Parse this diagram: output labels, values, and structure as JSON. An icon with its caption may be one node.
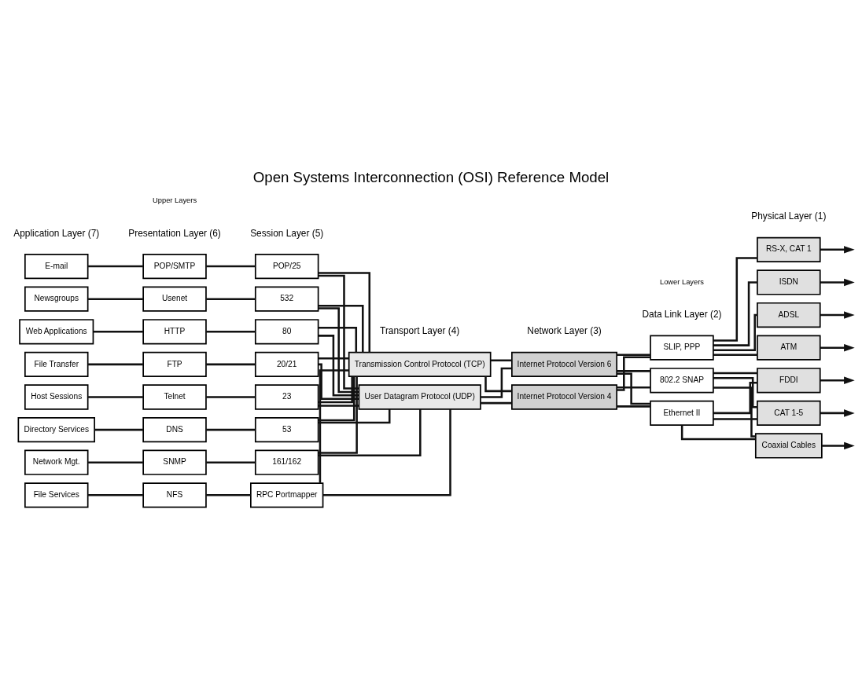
{
  "diagram": {
    "title": "Open Systems Interconnection (OSI) Reference Model",
    "nodes": [
      {
        "text": [
          "E-mail"
        ]
      },
      {
        "text": [
          "POP/SMTP"
        ]
      },
      {
        "text": [
          "POP/25"
        ]
      },
      {
        "text": [
          "Newsgroups"
        ]
      },
      {
        "text": [
          "Usenet"
        ]
      },
      {
        "text": [
          "532"
        ]
      },
      {
        "text": [
          "Web Applications"
        ]
      },
      {
        "text": [
          "HTTP"
        ]
      },
      {
        "text": [
          "80"
        ]
      },
      {
        "text": [
          "File Transfer"
        ]
      },
      {
        "text": [
          "FTP"
        ]
      },
      {
        "text": [
          "20/21"
        ]
      },
      {
        "text": [
          "Host Sessions"
        ]
      },
      {
        "text": [
          "Telnet"
        ]
      },
      {
        "text": [
          "23"
        ]
      },
      {
        "text": [
          "Directory Services"
        ]
      },
      {
        "text": [
          "DNS"
        ]
      },
      {
        "text": [
          "53"
        ]
      },
      {
        "text": [
          "Network Mgt."
        ]
      },
      {
        "text": [
          "SNMP"
        ]
      },
      {
        "text": [
          "161/162"
        ]
      },
      {
        "text": [
          "File Services"
        ]
      },
      {
        "text": [
          "NFS"
        ]
      },
      {
        "text": [
          "RPC Portmapper"
        ]
      },
      {
        "text": [
          "Transmission Control Protocol (TCP)"
        ]
      },
      {
        "text": [
          "User Datagram Protocol (UDP)"
        ]
      },
      {
        "text": [
          "Internet Protocol Version 6"
        ]
      },
      {
        "text": [
          "Internet Protocol Version 4"
        ]
      },
      {
        "text": [
          "SLIP, PPP"
        ]
      },
      {
        "text": [
          "802.2 SNAP"
        ]
      },
      {
        "text": [
          "Ethernet II"
        ]
      },
      {
        "text": [
          "RS-X, CAT 1"
        ]
      },
      {
        "text": [
          "ISDN"
        ]
      },
      {
        "text": [
          "ADSL"
        ]
      },
      {
        "text": [
          "ATM"
        ]
      },
      {
        "text": [
          "FDDI"
        ]
      },
      {
        "text": [
          "CAT 1-5"
        ]
      },
      {
        "text": [
          "Coaxial Cables"
        ]
      }
    ],
    "edges": [
      {
        "from": 0,
        "to": 1,
        "arrow": "none"
      },
      {
        "from": 1,
        "to": 2,
        "arrow": "none"
      },
      {
        "from": 3,
        "to": 4,
        "arrow": "none"
      },
      {
        "from": 4,
        "to": 5,
        "arrow": "none"
      },
      {
        "from": 6,
        "to": 7,
        "arrow": "none"
      },
      {
        "from": 7,
        "to": 8,
        "arrow": "none"
      },
      {
        "from": 9,
        "to": 10,
        "arrow": "none"
      },
      {
        "from": 10,
        "to": 11,
        "arrow": "none"
      },
      {
        "from": 12,
        "to": 13,
        "arrow": "none"
      },
      {
        "from": 13,
        "to": 14,
        "arrow": "none"
      },
      {
        "from": 15,
        "to": 16,
        "arrow": "none"
      },
      {
        "from": 16,
        "to": 17,
        "arrow": "none"
      },
      {
        "from": 18,
        "to": 19,
        "arrow": "none"
      },
      {
        "from": 19,
        "to": 20,
        "arrow": "none"
      },
      {
        "from": 21,
        "to": 22,
        "arrow": "none"
      },
      {
        "from": 22,
        "to": 23,
        "arrow": "none"
      },
      {
        "from": 2,
        "to": 24,
        "arrow": "none"
      },
      {
        "from": 5,
        "to": 24,
        "arrow": "none"
      },
      {
        "from": 8,
        "to": 24,
        "arrow": "none"
      },
      {
        "from": 11,
        "to": 24,
        "arrow": "none"
      },
      {
        "from": 14,
        "to": 24,
        "arrow": "none"
      },
      {
        "from": 17,
        "to": 24,
        "arrow": "none"
      },
      {
        "from": 20,
        "to": 24,
        "arrow": "none"
      },
      {
        "from": 23,
        "to": 24,
        "arrow": "none"
      },
      {
        "from": 2,
        "to": 25,
        "arrow": "none"
      },
      {
        "from": 5,
        "to": 25,
        "arrow": "none"
      },
      {
        "from": 8,
        "to": 25,
        "arrow": "none"
      },
      {
        "from": 11,
        "to": 25,
        "arrow": "none"
      },
      {
        "from": 14,
        "to": 25,
        "arrow": "none"
      },
      {
        "from": 17,
        "to": 25,
        "arrow": "none"
      },
      {
        "from": 20,
        "to": 25,
        "arrow": "none"
      },
      {
        "from": 23,
        "to": 25,
        "arrow": "none"
      },
      {
        "from": 24,
        "to": 26,
        "arrow": "none"
      },
      {
        "from": 24,
        "to": 27,
        "arrow": "none"
      },
      {
        "from": 25,
        "to": 26,
        "arrow": "none"
      },
      {
        "from": 25,
        "to": 27,
        "arrow": "none"
      },
      {
        "from": 26,
        "to": 28,
        "arrow": "none"
      },
      {
        "from": 26,
        "to": 29,
        "arrow": "none"
      },
      {
        "from": 26,
        "to": 30,
        "arrow": "none"
      },
      {
        "from": 27,
        "to": 28,
        "arrow": "none"
      },
      {
        "from": 27,
        "to": 29,
        "arrow": "none"
      },
      {
        "from": 27,
        "to": 30,
        "arrow": "none"
      },
      {
        "from": 28,
        "to": 31,
        "arrow": "none"
      },
      {
        "from": 28,
        "to": 32,
        "arrow": "none"
      },
      {
        "from": 28,
        "to": 33,
        "arrow": "none"
      },
      {
        "from": 28,
        "to": 34,
        "arrow": "none"
      },
      {
        "from": 29,
        "to": 35,
        "arrow": "none"
      },
      {
        "from": 29,
        "to": 36,
        "arrow": "none"
      },
      {
        "from": 29,
        "to": 37,
        "arrow": "none"
      },
      {
        "from": 30,
        "to": 35,
        "arrow": "none"
      },
      {
        "from": 30,
        "to": 36,
        "arrow": "none"
      },
      {
        "from": 30,
        "to": 37,
        "arrow": "none"
      },
      {
        "from": 31,
        "to": null,
        "arrow": "to"
      },
      {
        "from": 32,
        "to": null,
        "arrow": "to"
      },
      {
        "from": 33,
        "to": null,
        "arrow": "to"
      },
      {
        "from": 34,
        "to": null,
        "arrow": "to"
      },
      {
        "from": 35,
        "to": null,
        "arrow": "to"
      },
      {
        "from": 36,
        "to": null,
        "arrow": "to"
      },
      {
        "from": 37,
        "to": null,
        "arrow": "to"
      }
    ],
    "labels": [
      "Upper Layers",
      "Lower Layers",
      "Application Layer (7)",
      "Presentation Layer (6)",
      "Session Layer (5)",
      "Transport Layer (4)",
      "Network Layer (3)",
      "Data Link Layer (2)",
      "Physical Layer (1)"
    ]
  }
}
